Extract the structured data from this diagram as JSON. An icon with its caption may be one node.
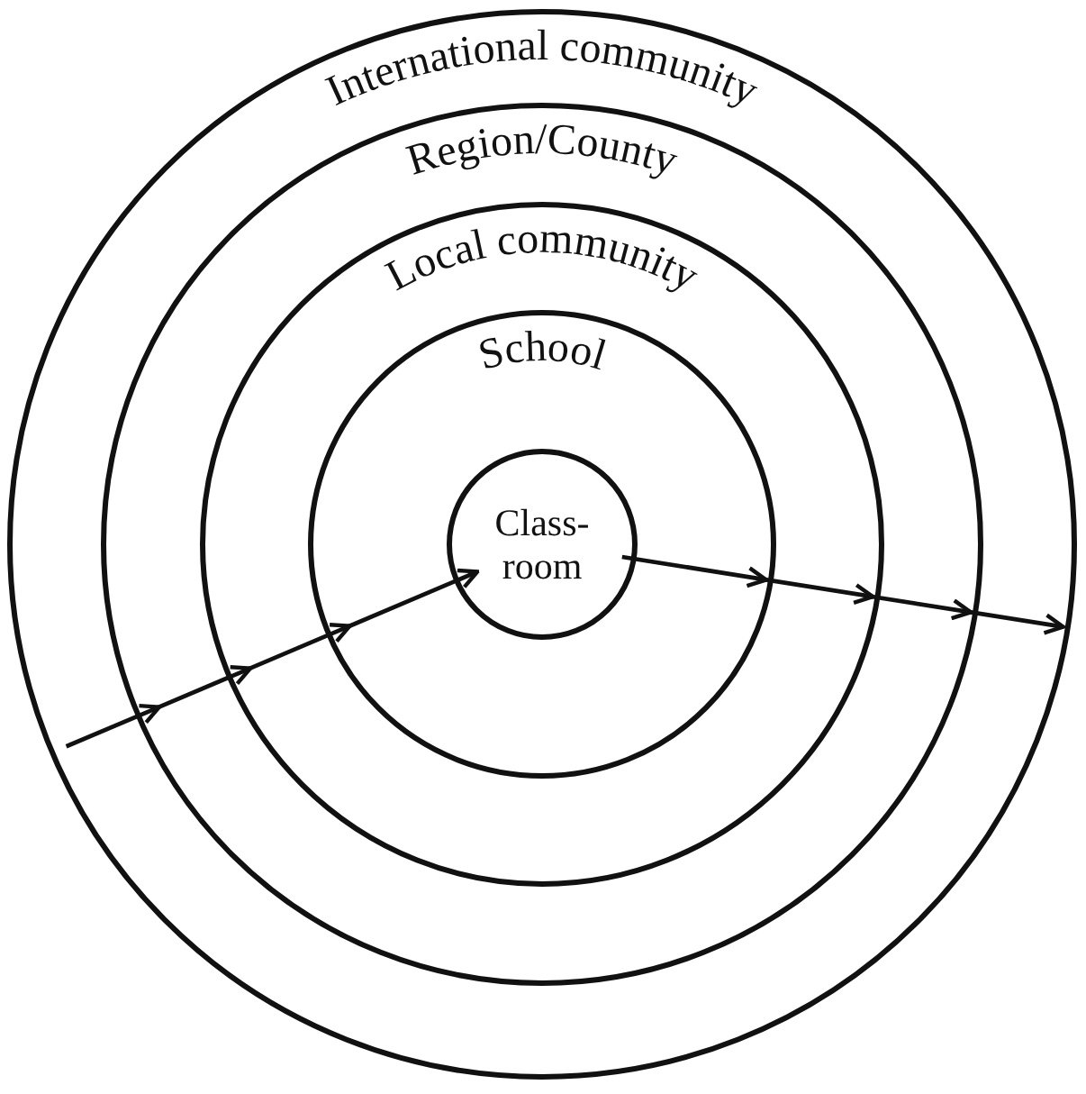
{
  "diagram": {
    "nodes": [
      {
        "text": [
          "International community"
        ]
      },
      {
        "text": [
          "Region/County"
        ],
        "in": 0
      },
      {
        "text": [
          "Local community"
        ],
        "in": 1
      },
      {
        "text": [
          "School"
        ],
        "in": 2
      },
      {
        "text": [
          "Class- room"
        ],
        "in": 3
      }
    ],
    "edges": [
      {
        "from": 0,
        "to": 1,
        "arrow": "to"
      },
      {
        "from": 1,
        "to": 2,
        "arrow": "to"
      },
      {
        "from": 2,
        "to": 3,
        "arrow": "to"
      },
      {
        "from": 3,
        "to": 4,
        "arrow": "to"
      },
      {
        "from": 4,
        "to": 3,
        "arrow": "to"
      },
      {
        "from": 3,
        "to": 2,
        "arrow": "to"
      },
      {
        "from": 2,
        "to": 1,
        "arrow": "to"
      },
      {
        "from": 1,
        "to": 0,
        "arrow": "to"
      }
    ]
  }
}
